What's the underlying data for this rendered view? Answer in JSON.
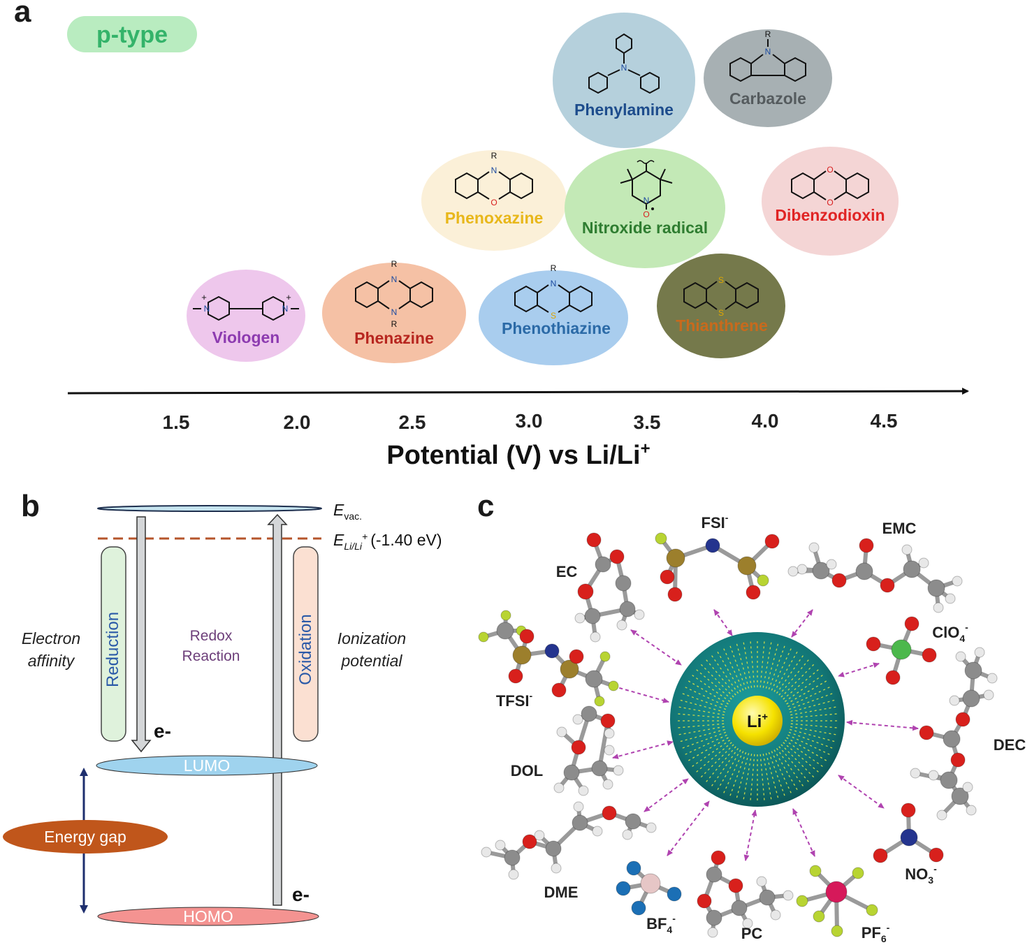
{
  "panel_a": {
    "letter": "a",
    "type_badge": "p-type",
    "colors": {
      "badge_bg": "#b9ecc0",
      "badge_text": "#34b36a",
      "axis": "#111111"
    },
    "axis": {
      "ticks": [
        "1.5",
        "2.0",
        "2.5",
        "3.0",
        "3.5",
        "4.0",
        "4.5"
      ],
      "label_main": "Potential (V) vs Li/Li",
      "label_sup": "+"
    },
    "compounds": [
      {
        "id": "viologen",
        "name": "Viologen",
        "fill": "#eec7ec",
        "text_color": "#8d3bb0"
      },
      {
        "id": "phenazine",
        "name": "Phenazine",
        "fill": "#f5c1a5",
        "text_color": "#b7261f"
      },
      {
        "id": "phenothiazine",
        "name": "Phenothiazine",
        "fill": "#a9cdee",
        "text_color": "#2b6aa7"
      },
      {
        "id": "thianthrene",
        "name": "Thianthrene",
        "fill": "#75794b",
        "text_color": "#c86a1d"
      },
      {
        "id": "phenoxazine",
        "name": "Phenoxazine",
        "fill": "#fbf0d8",
        "text_color": "#e8b71a"
      },
      {
        "id": "nitroxide",
        "name": "Nitroxide radical",
        "fill": "#c3e9b6",
        "text_color": "#2f7d31"
      },
      {
        "id": "dibenzodioxin",
        "name": "Dibenzodioxin",
        "fill": "#f4d5d5",
        "text_color": "#e02424"
      },
      {
        "id": "phenylamine",
        "name": "Phenylamine",
        "fill": "#b5d0dc",
        "text_color": "#1d4c8c"
      },
      {
        "id": "carbazole",
        "name": "Carbazole",
        "fill": "#a7b0b3",
        "text_color": "#555b5e"
      }
    ],
    "atom_labels": {
      "R": "R",
      "N": "N",
      "O": "O",
      "S": "S",
      "plus": "+"
    }
  },
  "panel_b": {
    "letter": "b",
    "evac": {
      "main": "E",
      "sub": "vac."
    },
    "eli": {
      "main": "E",
      "sub": "Li/Li",
      "sup": "+",
      "value": "(-1.40 eV)"
    },
    "reduction": "Reduction",
    "oxidation": "Oxidation",
    "electron_affinity": [
      "Electron",
      "affinity"
    ],
    "redox": [
      "Redox",
      "Reaction"
    ],
    "ionization": [
      "Ionization",
      "potential"
    ],
    "lumo": "LUMO",
    "homo": "HOMO",
    "energy_gap": "Energy gap",
    "electron": "e-",
    "colors": {
      "lumo": "#9fd3ee",
      "homo": "#f49391",
      "gap": "#c0561b",
      "reduction_bg": "#dff2dc",
      "oxidation_bg": "#fbe0d2",
      "dashed": "#b5542b",
      "arrow": "#1e2f6e"
    }
  },
  "panel_c": {
    "letter": "c",
    "center": {
      "main": "Li",
      "sup": "+"
    },
    "colors": {
      "sphere": "#137a7a",
      "core": "#f7e200",
      "dash": "#b043b0"
    },
    "molecules": [
      {
        "id": "fsi",
        "main": "FSI",
        "sup": "-",
        "sub": ""
      },
      {
        "id": "emc",
        "main": "EMC",
        "sup": "",
        "sub": ""
      },
      {
        "id": "ec",
        "main": "EC",
        "sup": "",
        "sub": ""
      },
      {
        "id": "clo4",
        "main": "ClO",
        "sub": "4",
        "sup": "-"
      },
      {
        "id": "tfsi",
        "main": "TFSI",
        "sup": "-",
        "sub": ""
      },
      {
        "id": "dec",
        "main": "DEC",
        "sup": "",
        "sub": ""
      },
      {
        "id": "dol",
        "main": "DOL",
        "sup": "",
        "sub": ""
      },
      {
        "id": "dme",
        "main": "DME",
        "sup": "",
        "sub": ""
      },
      {
        "id": "no3",
        "main": "NO",
        "sub": "3",
        "sup": "-"
      },
      {
        "id": "bf4",
        "main": "BF",
        "sub": "4",
        "sup": "-"
      },
      {
        "id": "pc",
        "main": "PC",
        "sup": "",
        "sub": ""
      },
      {
        "id": "pf6",
        "main": "PF",
        "sub": "6",
        "sup": "-"
      }
    ]
  }
}
